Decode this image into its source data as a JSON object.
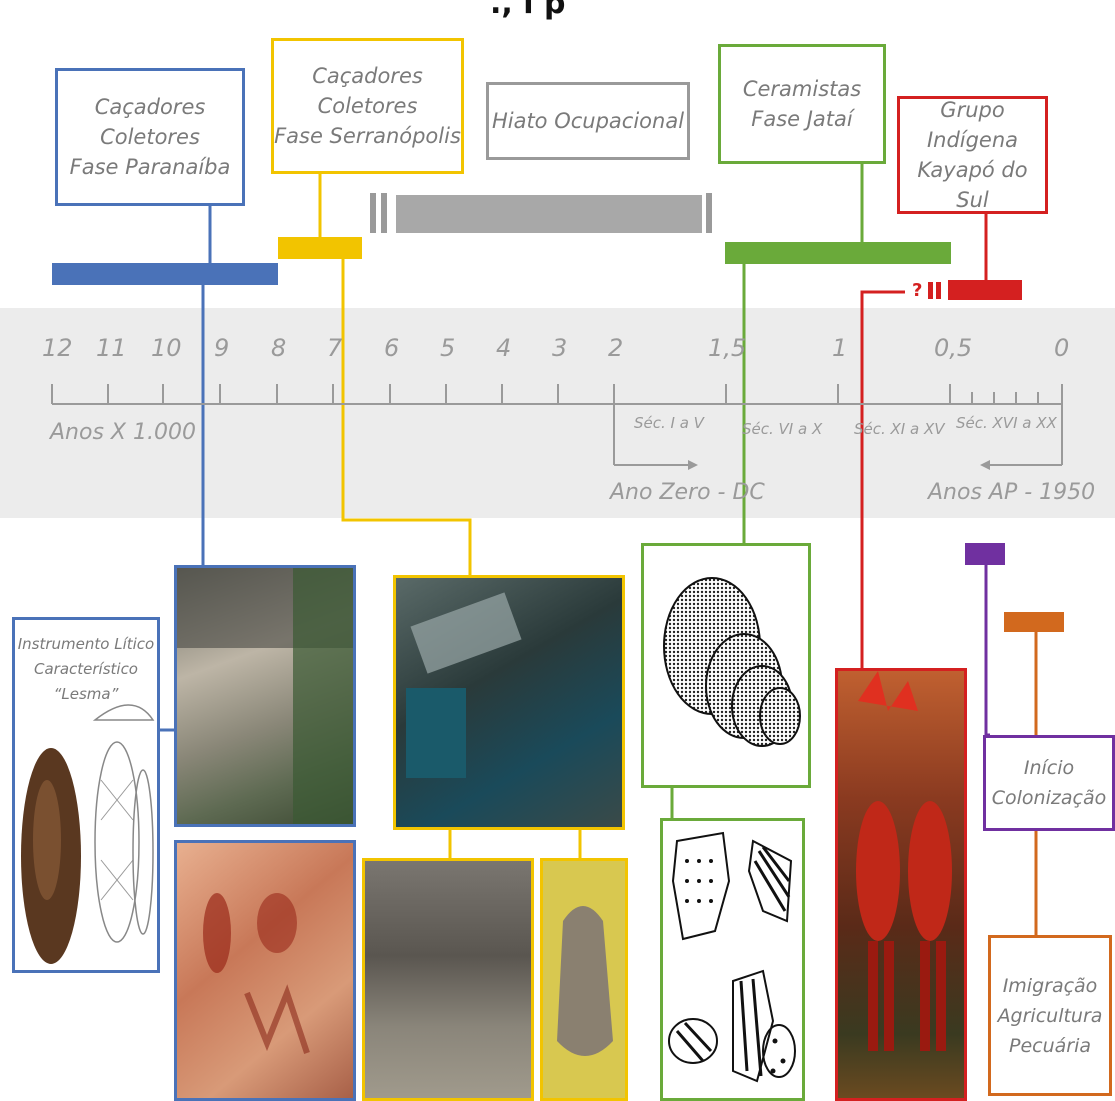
{
  "header": {
    "partial_title": "., i p"
  },
  "phases": {
    "paranaiba": {
      "line1": "Caçadores Coletores",
      "line2": "Fase Paranaíba"
    },
    "serranopolis": {
      "line1": "Caçadores Coletores",
      "line2": "Fase Serranópolis"
    },
    "hiato": {
      "line1": "Hiato Ocupacional"
    },
    "jatai": {
      "line1": "Ceramistas",
      "line2": "Fase Jataí"
    },
    "kayapo": {
      "line1": "Grupo Indígena",
      "line2": "Kayapó do Sul"
    }
  },
  "axis": {
    "ticks": [
      "12",
      "11",
      "10",
      "9",
      "8",
      "7",
      "6",
      "5",
      "4",
      "3",
      "2",
      "1,5",
      "1",
      "0,5",
      "0"
    ],
    "unit_label": "Anos X 1.000",
    "centuries": [
      "Séc. I a V",
      "Séc. VI a X",
      "Séc. XI a XV",
      "Séc. XVI a XX"
    ],
    "ano_zero": "Ano Zero - DC",
    "anos_ap": "Anos AP - 1950",
    "question": "?"
  },
  "panels": {
    "instrumento": {
      "line1": "Instrumento Lítico",
      "line2": "Característico",
      "line3": "“Lesma”"
    },
    "inicio": {
      "line1": "Início",
      "line2": "Colonização"
    },
    "imigracao": {
      "line1": "Imigração",
      "line2": "Agricultura",
      "line3": "Pecuária"
    }
  },
  "colors": {
    "paranaiba": "#4a72b8",
    "serranopolis": "#f2c400",
    "hiato": "#9a9a9a",
    "jatai": "#6aaa3a",
    "kayapo": "#d42020",
    "colonizacao": "#7030a0",
    "imigracao": "#d2691e"
  }
}
